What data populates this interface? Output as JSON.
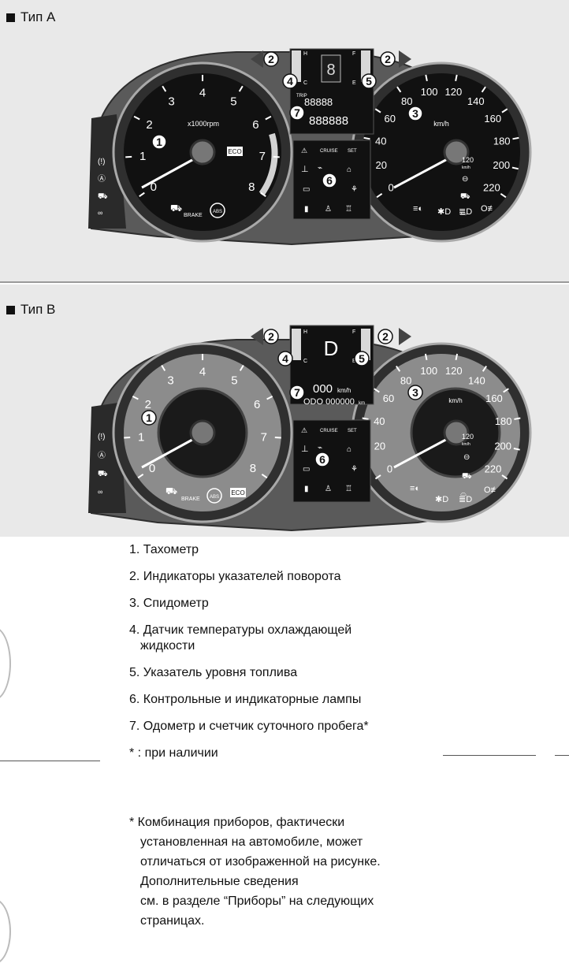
{
  "typeA": {
    "header": "Тип A"
  },
  "typeB": {
    "header": "Тип B"
  },
  "tach": {
    "ticks": [
      "0",
      "1",
      "2",
      "3",
      "4",
      "5",
      "6",
      "7",
      "8"
    ],
    "unit": "x1000rpm"
  },
  "speedo": {
    "ticks": [
      "0",
      "20",
      "40",
      "60",
      "80",
      "100",
      "120",
      "140",
      "160",
      "180",
      "200",
      "220"
    ],
    "unit": "km/h"
  },
  "cluster_labels": {
    "eco": "ECO",
    "brake": "BRAKE",
    "abs": "ABS",
    "cruise": "CRUISE",
    "set": "SET",
    "gauge_h": "H",
    "gauge_c": "C",
    "gauge_f": "F",
    "gauge_e": "E",
    "trip": "TRIP",
    "odo_a": "888888",
    "trip_a": "88888",
    "gear_b": "D",
    "trip_b": "000",
    "trip_b_unit": "km/h",
    "odo_b": "ODO 000000",
    "odo_b_unit": "km",
    "side_120": "120",
    "side_kmh": "km/h"
  },
  "callouts": [
    "1",
    "2",
    "3",
    "4",
    "5",
    "6",
    "7"
  ],
  "legend": [
    "1. Тахометр",
    "2. Индикаторы указателей поворота",
    "3. Спидометр",
    "4. Датчик температуры охлаждающей",
    "жидкости",
    "5. Указатель уровня топлива",
    "6. Контрольные и индикаторные лампы",
    "7. Одометр и счетчик суточного пробега*",
    "*  : при наличии"
  ],
  "note": [
    "* Комбинация приборов, фактически",
    "установленная на автомобиле, может",
    "отличаться от изображенной на рисунке.",
    "Дополнительные сведения",
    "см. в разделе “Приборы” на следующих",
    "страницах."
  ]
}
